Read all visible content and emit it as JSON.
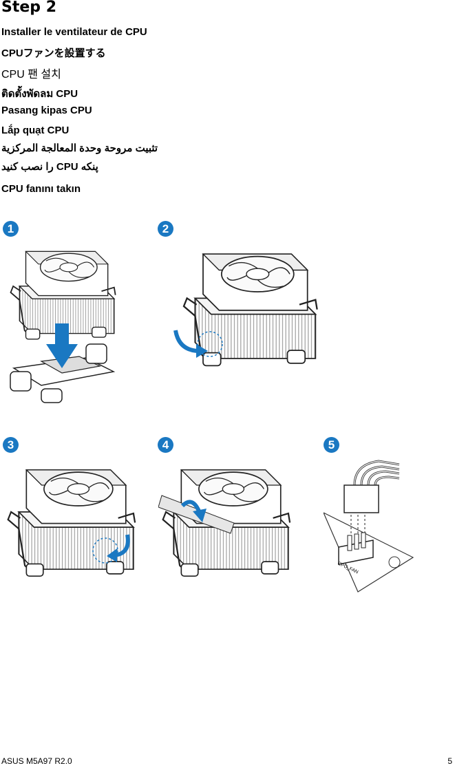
{
  "header": {
    "title": "Step 2"
  },
  "translations": [
    "Installer le ventilateur de CPU",
    "CPUファンを設置する",
    "CPU 팬 설치",
    "ติดตั้งพัดลม CPU",
    "Pasang kipas CPU",
    "Lắp quạt CPU",
    "تثبيت مروحة وحدة المعالجة المركزية",
    "پنکه CPU را نصب کنید",
    "CPU fanını takın"
  ],
  "steps": [
    "1",
    "2",
    "3",
    "4",
    "5"
  ],
  "connector_label": "CPU_FAN",
  "footer": {
    "left": "ASUS M5A97 R2.0",
    "page": "5"
  },
  "colors": {
    "accent": "#1a78c2",
    "line": "#222222",
    "fin": "#bbbbbb"
  }
}
